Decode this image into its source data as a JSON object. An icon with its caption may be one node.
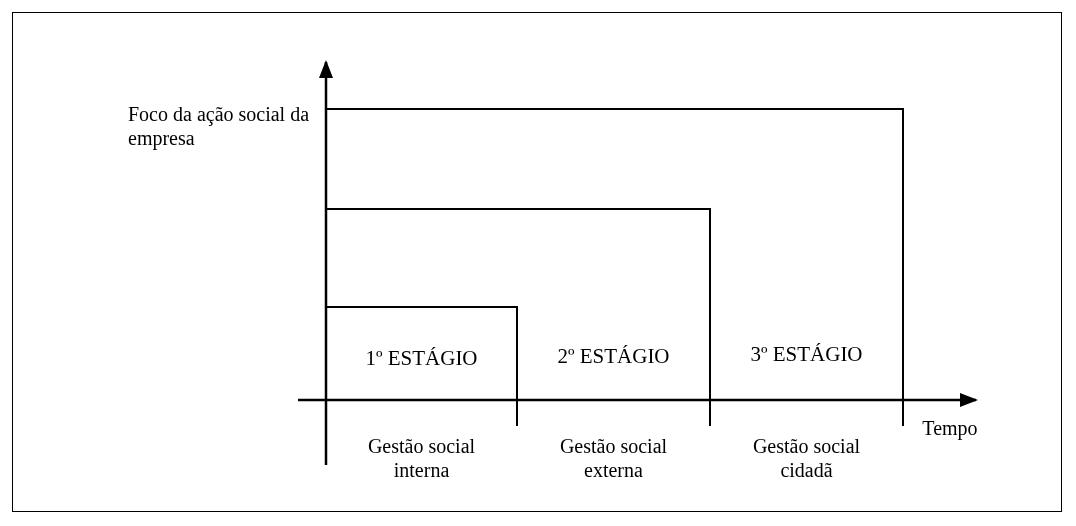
{
  "diagram": {
    "nodes": [
      {
        "text": [
          "3º ESTÁGIO"
        ],
        "beside": [
          "Gestão social cidadã"
        ]
      },
      {
        "text": [
          "2º ESTÁGIO"
        ],
        "beside": [
          "Gestão social externa"
        ],
        "in": 0
      },
      {
        "text": [
          "1º ESTÁGIO"
        ],
        "beside": [
          "Gestão social interna"
        ],
        "in": 1
      }
    ],
    "labels": [
      "Foco da ação social da empresa",
      "Tempo"
    ]
  }
}
